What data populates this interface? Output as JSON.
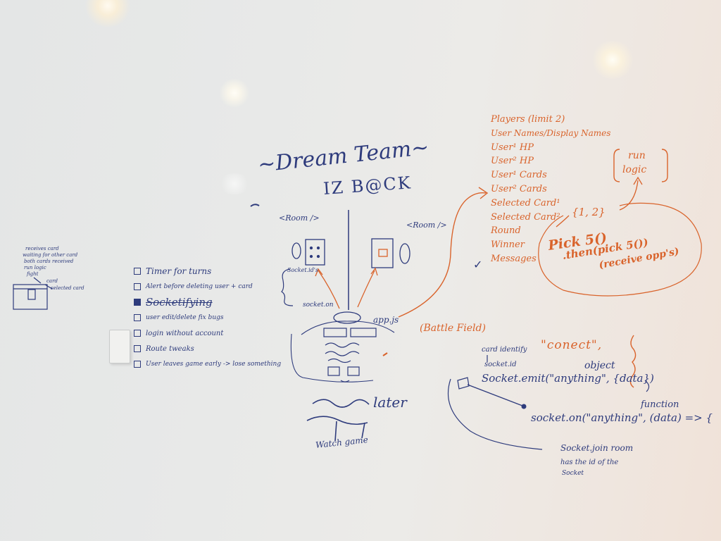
{
  "title": {
    "line1": "~Dream Team~",
    "line2": "IZ B@CK"
  },
  "room_labels": {
    "left": "<Room />",
    "right": "<Room />"
  },
  "diagram_labels": {
    "socket_ids": "Socket.id's",
    "socket_on": "socket.on",
    "app_js": "app.js",
    "battlefield": "(Battle Field)",
    "later": "later",
    "watch_game": "Watch game"
  },
  "left_notes": [
    "receives card",
    "waiting for other card",
    "both cards received",
    "run logic",
    "fight",
    "card",
    "selected card"
  ],
  "checklist": [
    {
      "label": "Timer for turns",
      "checked": false
    },
    {
      "label": "Alert before deleting user + card",
      "checked": false
    },
    {
      "label": "Socketifying",
      "checked": true
    },
    {
      "label": "user edit/delete fix bugs",
      "checked": false
    },
    {
      "label": "login without account",
      "checked": false
    },
    {
      "label": "Route tweaks",
      "checked": false
    },
    {
      "label": "User leaves game early -> lose something",
      "checked": false
    }
  ],
  "players_list": [
    "Players (limit 2)",
    "User Names/Display Names",
    "User¹ HP",
    "User² HP",
    "User¹ Cards",
    "User² Cards",
    "Selected Card¹",
    "Selected Card²",
    "Round",
    "Winner",
    "Messages"
  ],
  "messages_check": "✓",
  "run_logic": {
    "line1": "run",
    "line2": "logic"
  },
  "pair": "{1, 2}",
  "pick": {
    "line1": "Pick 5()",
    "line2": ".then(pick 5())",
    "line3": "(receive opp's)"
  },
  "connect": "\"conect\",",
  "socket_code": {
    "card_identify": "card identify",
    "socket_id": "socket.id",
    "object": "object",
    "emit": "Socket.emit(\"anything\", {data})",
    "function": "function",
    "on": "socket.on(\"anything\", (data) => {",
    "join1": "Socket.join room",
    "join2": "has the id of the",
    "join3": "Socket"
  },
  "colors": {
    "board": "#e8e9e8",
    "marker_blue": "#2e3b7c",
    "marker_orange": "#d9632b"
  }
}
